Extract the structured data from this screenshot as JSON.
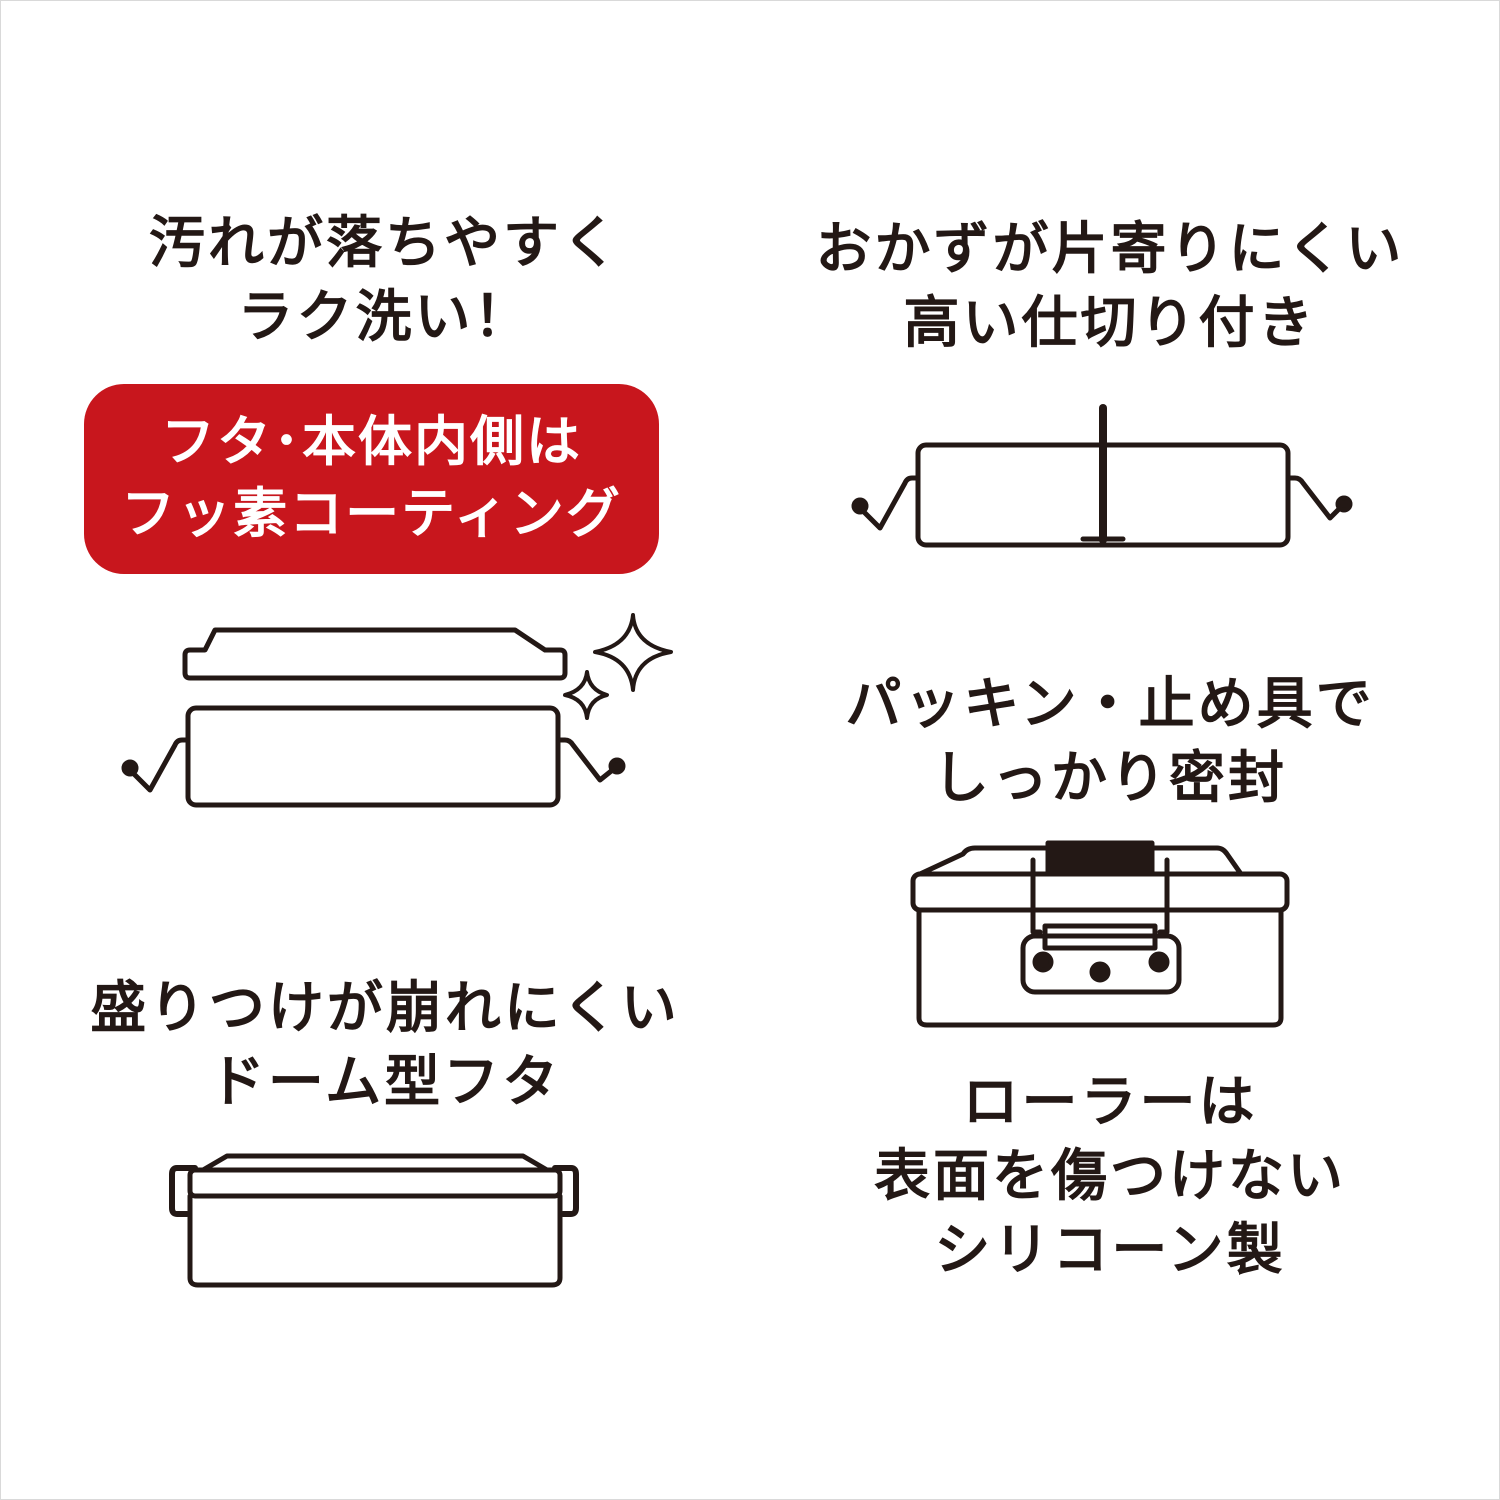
{
  "colors": {
    "ink": "#231815",
    "badge_red": "#c8161d",
    "badge_text": "#ffffff",
    "background": "#ffffff"
  },
  "features": {
    "easy_wash": {
      "lines": [
        "汚れが落ちやすく",
        "ラク洗い！"
      ]
    },
    "coating_badge": {
      "lines": [
        "フタ･本体内側は",
        "フッ素コーティング"
      ]
    },
    "partition": {
      "lines": [
        "おかずが片寄りにくい",
        "高い仕切り付き"
      ]
    },
    "seal": {
      "lines": [
        "パッキン・止め具で",
        "しっかり密封"
      ]
    },
    "dome_lid": {
      "lines": [
        "盛りつけが崩れにくい",
        "ドーム型フタ"
      ]
    },
    "roller": {
      "lines": [
        "ローラーは",
        "表面を傷つけない",
        "シリコーン製"
      ]
    }
  },
  "icons": {
    "easy_wash": "lunchbox-lid-open-sparkle-icon",
    "partition": "lunchbox-partition-icon",
    "seal": "lunchbox-latch-seal-icon",
    "dome_lid": "lunchbox-dome-lid-icon"
  }
}
